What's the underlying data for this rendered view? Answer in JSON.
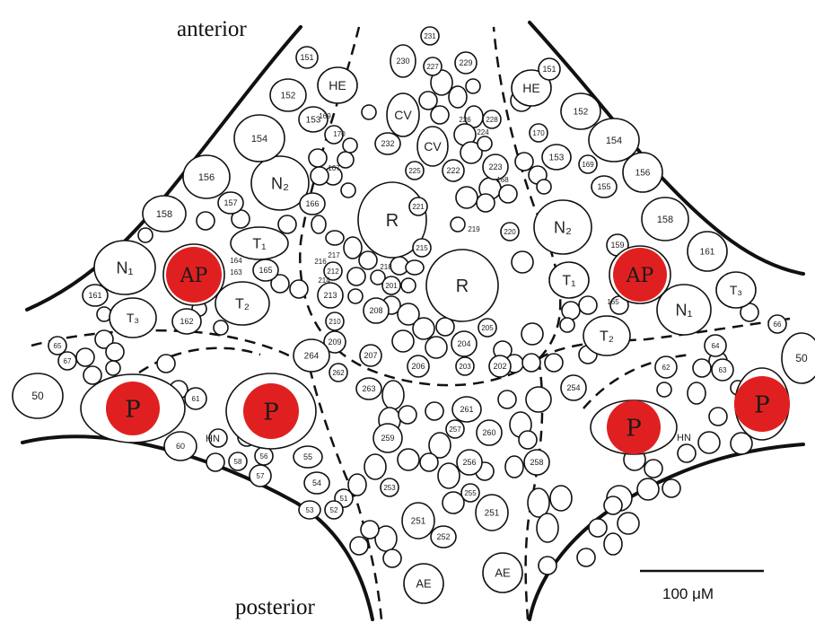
{
  "orientation": {
    "top": "anterior",
    "bottom": "posterior"
  },
  "scale_bar": {
    "label": "100 μM"
  },
  "colors": {
    "marker_fill": "#e02020",
    "outline": "#111111"
  },
  "markers": [
    {
      "id": "ap-left",
      "text": "AP"
    },
    {
      "id": "ap-right",
      "text": "AP"
    },
    {
      "id": "p-left-1",
      "text": "P"
    },
    {
      "id": "p-left-2",
      "text": "P"
    },
    {
      "id": "p-right-1",
      "text": "P"
    },
    {
      "id": "p-right-2",
      "text": "P"
    }
  ],
  "cell_labels": {
    "he_left": "HE",
    "he_right": "HE",
    "n2_left": "N₂",
    "n2_right": "N₂",
    "n1_left": "N₁",
    "n1_right": "N₁",
    "t1_left": "T₁",
    "t1_right": "T₁",
    "t2_left": "T₂",
    "t2_right": "T₂",
    "t3_left": "T₃",
    "t3_right": "T₃",
    "r_upper": "R",
    "r_lower": "R",
    "cv_upper": "CV",
    "cv_lower": "CV",
    "ae_left": "AE",
    "ae_right": "AE",
    "hn_left": "HN",
    "hn_right": "HN",
    "n50_left": "50",
    "n50_right": "50",
    "n151": "151",
    "n152": "152",
    "n153": "153",
    "n154": "154",
    "n156": "156",
    "n157": "157",
    "n158": "158",
    "n162": "162",
    "n163": "163",
    "n164": "164",
    "n165": "165",
    "n166": "166",
    "n167": "167",
    "n169": "169",
    "n170": "170",
    "n161": "161",
    "n151r": "151",
    "n152r": "152",
    "n153r": "153",
    "n154r": "154",
    "n155r": "155",
    "n156r": "156",
    "n158r": "158",
    "n159r": "159",
    "n161r": "161",
    "n165r": "165",
    "n168r": "168",
    "n169r": "169",
    "n170r": "170",
    "n201": "201",
    "n202": "202",
    "n203": "203",
    "n204": "204",
    "n205": "205",
    "n206": "206",
    "n207": "207",
    "n208": "208",
    "n209": "209",
    "n210": "210",
    "n212": "212",
    "n213": "213",
    "n214": "214",
    "n215": "215",
    "n216": "216",
    "n217": "217",
    "n218": "218",
    "n219": "219",
    "n220": "220",
    "n221": "221",
    "n222": "222",
    "n223": "223",
    "n224": "224",
    "n225": "225",
    "n226": "226",
    "n227": "227",
    "n228": "228",
    "n229": "229",
    "n230": "230",
    "n231": "231",
    "n232": "232",
    "n251": "251",
    "n252": "252",
    "n253": "253",
    "n254": "254",
    "n255": "255",
    "n256": "256",
    "n257": "257",
    "n258": "258",
    "n259": "259",
    "n260": "260",
    "n261": "261",
    "n262": "262",
    "n263": "263",
    "n264": "264",
    "n51": "51",
    "n52": "52",
    "n53": "53",
    "n54": "54",
    "n55": "55",
    "n56": "56",
    "n57": "57",
    "n58": "58",
    "n60": "60",
    "n61": "61",
    "n62": "62",
    "n63": "63",
    "n64": "64",
    "n65": "65",
    "n66": "66",
    "n67": "67"
  }
}
